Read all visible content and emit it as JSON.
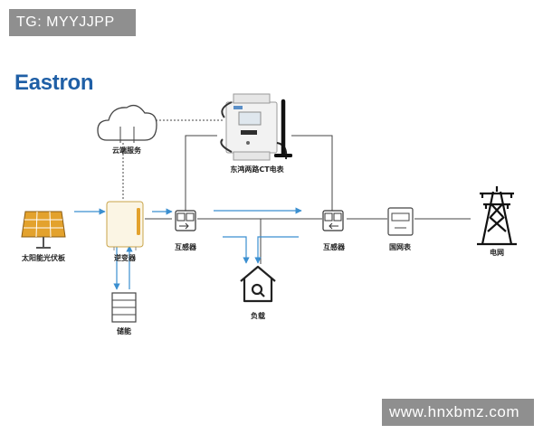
{
  "watermarks": {
    "top_left": "TG: MYYJJPP",
    "bottom_right": "www.hnxbmz.com"
  },
  "logo": {
    "text": "Eastron"
  },
  "nodes": {
    "cloud": "云端服务",
    "meter": "东鸿两路CT电表",
    "solar": "太阳能光伏板",
    "inverter": "逆变器",
    "ct_left": "互感器",
    "ct_right": "互感器",
    "grid_meter": "国网表",
    "grid": "电网",
    "storage": "储能",
    "load": "负载"
  },
  "colors": {
    "flow": "#3b8fd0",
    "line": "#444444",
    "brand": "#1f5fa6",
    "panel": "#e3a22d"
  }
}
